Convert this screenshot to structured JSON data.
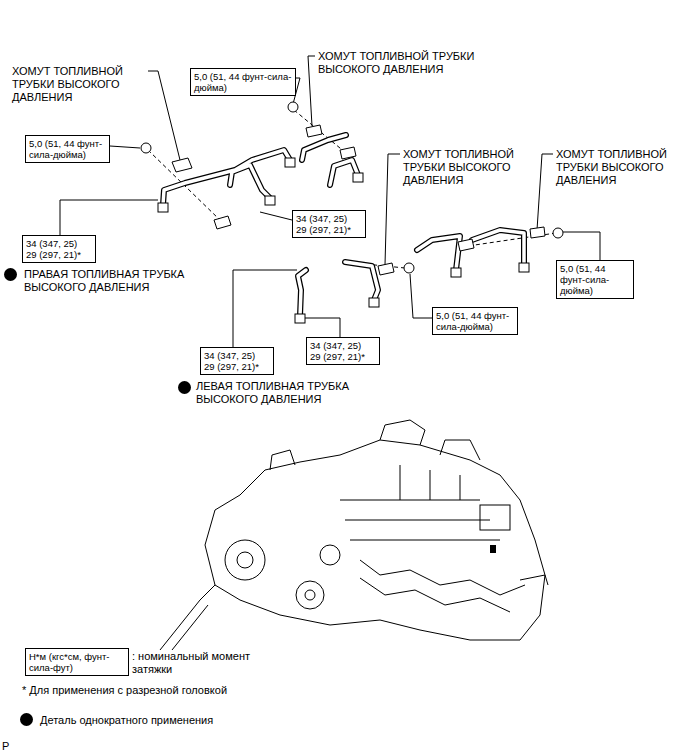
{
  "diagram": {
    "nodes": [
      {
        "text": [
          "5,0 (51, 44 фунт-сила-дюйма)"
        ]
      },
      {
        "text": [
          "5,0 (51, 44 фунт-сила-дюйма)"
        ]
      },
      {
        "text": [
          "34 (347, 25)",
          "29 (297, 21)*"
        ]
      },
      {
        "text": [
          "34 (347, 25)",
          "29 (297, 21)*"
        ]
      },
      {
        "text": [
          "5,0 (51, 44 фунт-сила-дюйма)"
        ]
      },
      {
        "text": [
          "5,0 (51, 44 фунт-сила-дюйма)"
        ]
      },
      {
        "text": [
          "34 (347, 25)",
          "29 (297, 21)*"
        ]
      },
      {
        "text": [
          "34 (347, 25)",
          "29 (297, 21)*"
        ]
      },
      {
        "text": [
          "Н*м (кгс*см, фунт-сила-фут)"
        ]
      }
    ],
    "labels": [
      "ХОМУТ ТОПЛИВНОЙ ТРУБКИ ВЫСОКОГО ДАВЛЕНИЯ",
      "ХОМУТ ТОПЛИВНОЙ ТРУБКИ ВЫСОКОГО ДАВЛЕНИЯ",
      "ХОМУТ ТОПЛИВНОЙ ТРУБКИ ВЫСОКОГО ДАВЛЕНИЯ",
      "ХОМУТ ТОПЛИВНОЙ ТРУБКИ ВЫСОКОГО ДАВЛЕНИЯ",
      "ПРАВАЯ ТОПЛИВНАЯ ТРУБКА ВЫСОКОГО ДАВЛЕНИЯ",
      "ЛЕВАЯ ТОПЛИВНАЯ ТРУБКА ВЫСОКОГО ДАВЛЕНИЯ",
      ": номинальный момент затяжки",
      "* Для применения с разрезной головкой",
      "P"
    ],
    "legend": [
      {
        "text": "Деталь однократного применения"
      }
    ]
  }
}
